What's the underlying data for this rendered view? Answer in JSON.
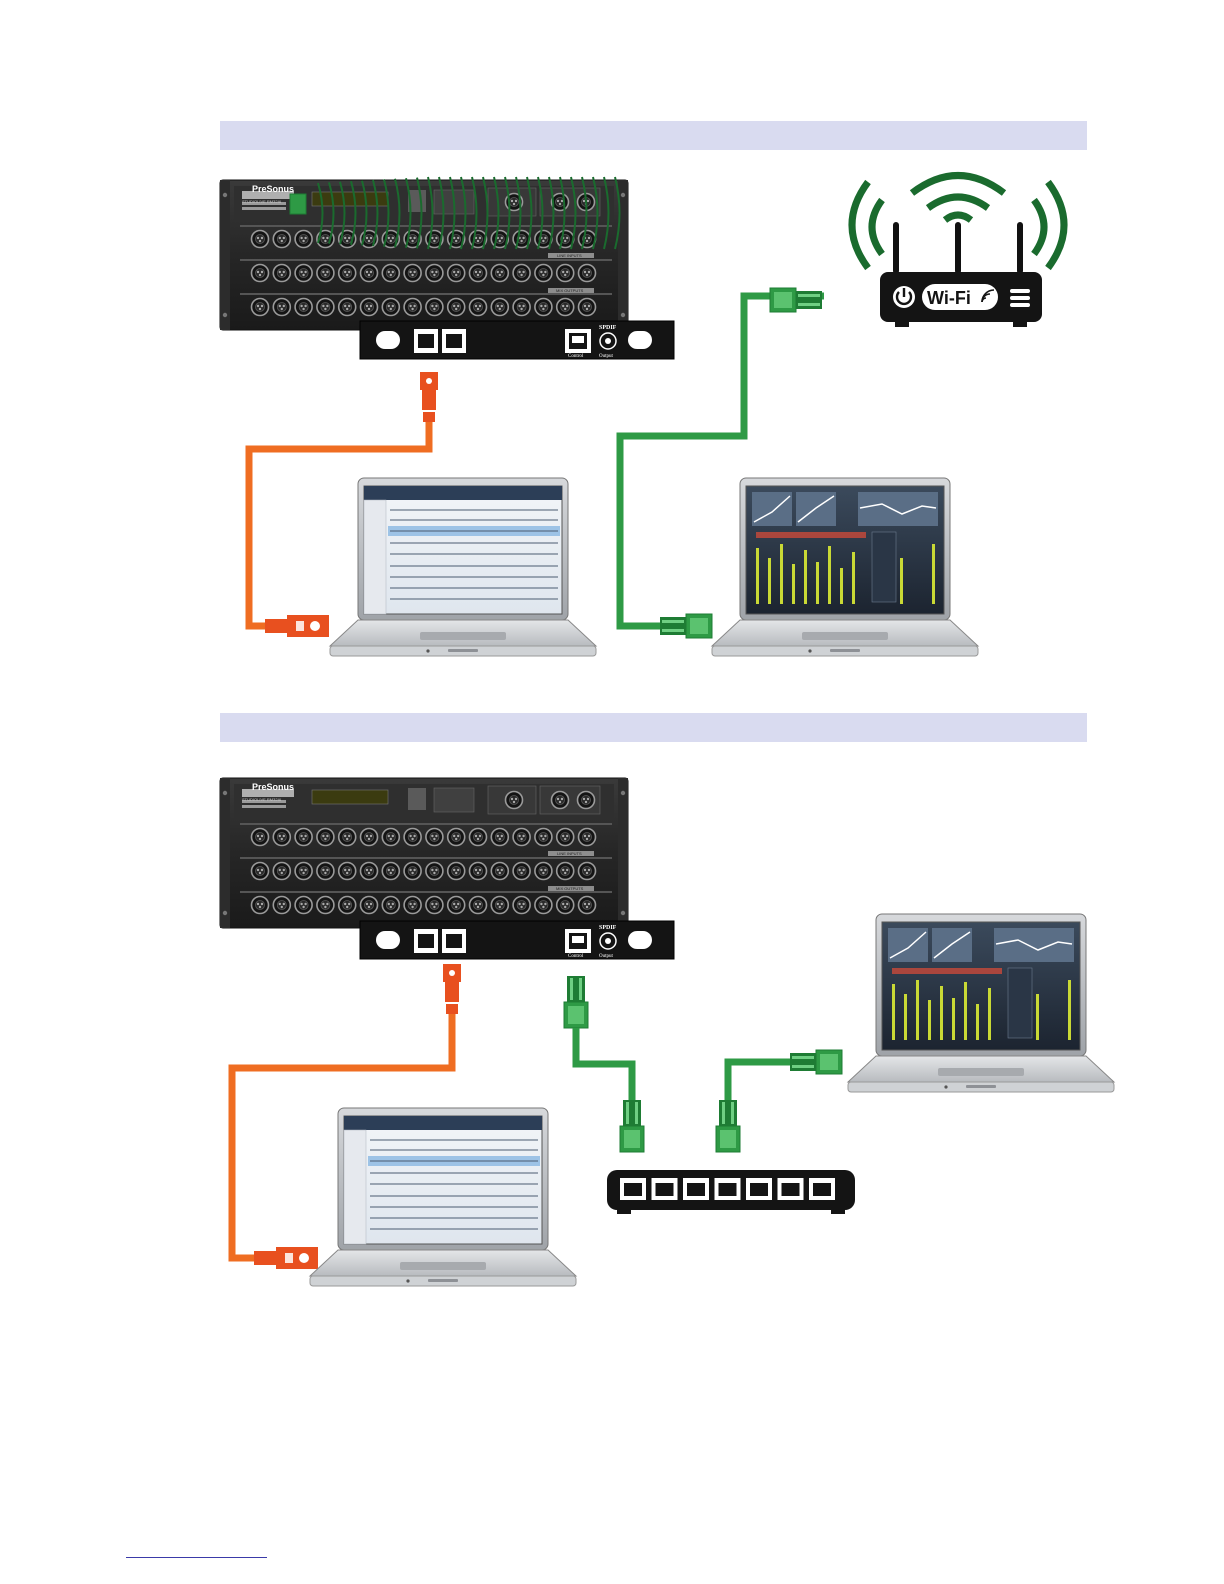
{
  "rack": {
    "brand": "PreSonus",
    "model": "STUDIOLIVE RM32AI",
    "label_line_inputs": "LINE INPUTS",
    "label_mix_outputs": "MIX OUTPUTS"
  },
  "option_card": {
    "port1": "S800",
    "port2": "S800",
    "control_label": "Control",
    "spdif_label": "SPDIF",
    "output_label": "Output"
  },
  "router": {
    "label": "Wi-Fi"
  },
  "colors": {
    "firewire_cable": "#ef6d22",
    "firewire_connector": "#e8501f",
    "ethernet_cable": "#2e9a45",
    "ethernet_connector": "#1e7c34",
    "wifi_waves": "#1a6b2e",
    "band": "#d9dbf0"
  },
  "icons": [
    "firewire-icon",
    "power-icon",
    "wifi-icon",
    "menu-icon",
    "ethernet-port-icon"
  ]
}
